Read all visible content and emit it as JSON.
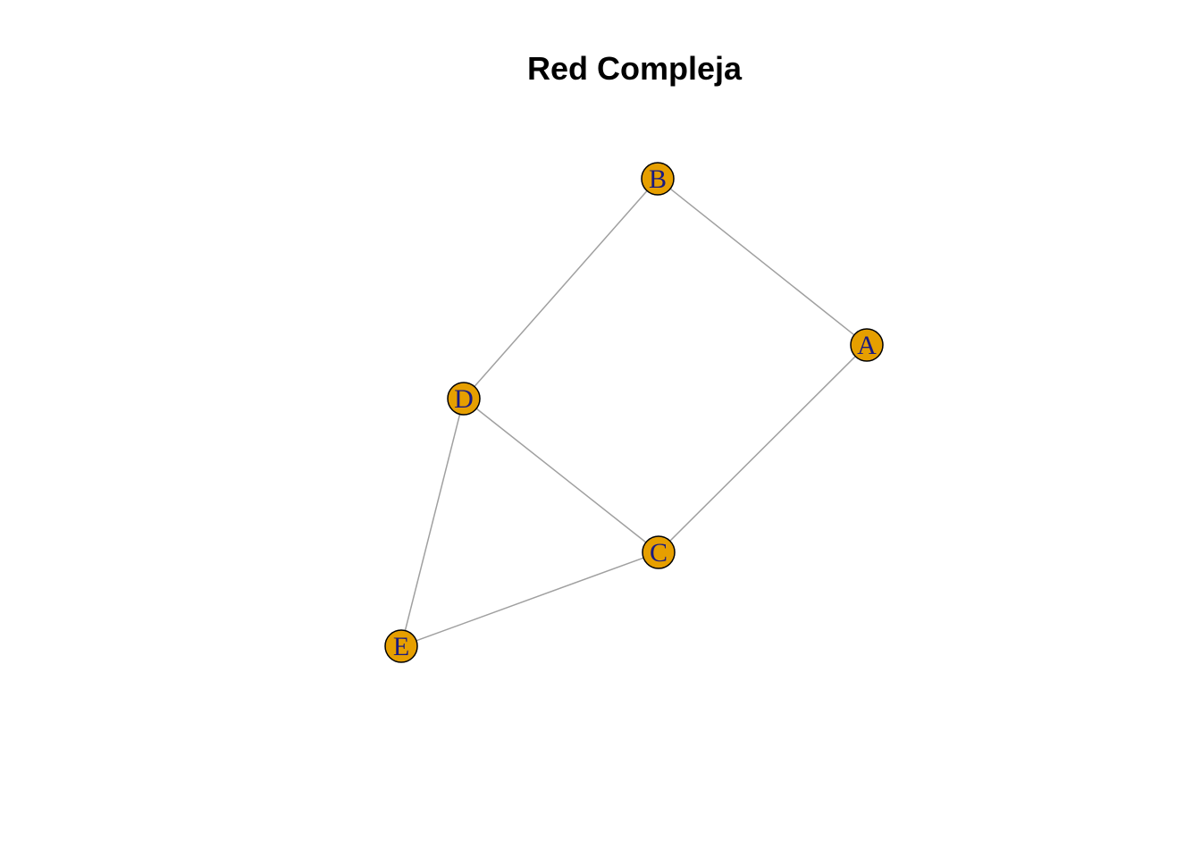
{
  "title": "Red Compleja",
  "colors": {
    "node_fill": "#E69F00",
    "node_stroke": "#000000",
    "label_color": "#1A1A80",
    "edge_color": "#A0A0A0",
    "background": "#FFFFFF"
  },
  "nodes": [
    {
      "id": "A",
      "label": "A"
    },
    {
      "id": "B",
      "label": "B"
    },
    {
      "id": "C",
      "label": "C"
    },
    {
      "id": "D",
      "label": "D"
    },
    {
      "id": "E",
      "label": "E"
    }
  ],
  "edges": [
    {
      "from": "A",
      "to": "B"
    },
    {
      "from": "A",
      "to": "C"
    },
    {
      "from": "B",
      "to": "D"
    },
    {
      "from": "C",
      "to": "D"
    },
    {
      "from": "C",
      "to": "E"
    },
    {
      "from": "D",
      "to": "E"
    }
  ]
}
